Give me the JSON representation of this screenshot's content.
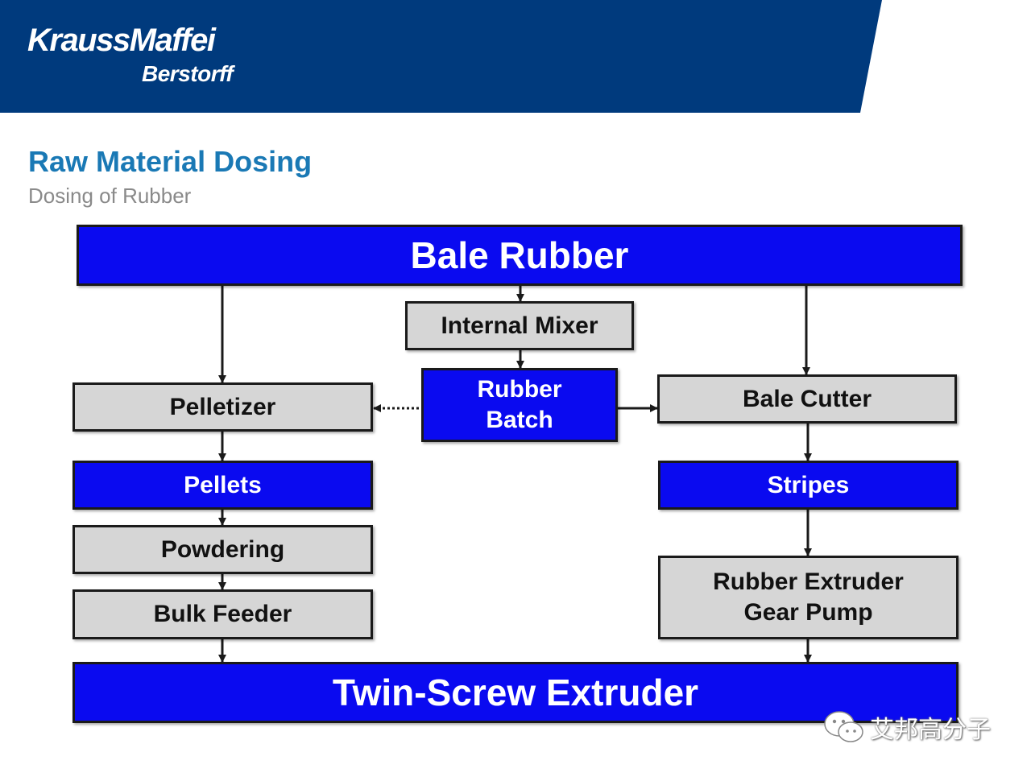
{
  "header": {
    "brand": "KraussMaffei",
    "brand_sub": "Berstorff",
    "band_color": "#003a7d"
  },
  "slide": {
    "title": "Raw Material Dosing",
    "subtitle": "Dosing of Rubber"
  },
  "colors": {
    "node_blue": "#0a0af0",
    "node_grey": "#d6d6d6",
    "line": "#1a1a1a",
    "title": "#1a79b5",
    "subtitle": "#8a8a8a"
  },
  "diagram": {
    "nodes": {
      "bale_rubber": "Bale Rubber",
      "internal_mixer": "Internal Mixer",
      "rubber_batch": "Rubber\nBatch",
      "pelletizer": "Pelletizer",
      "bale_cutter": "Bale Cutter",
      "pellets": "Pellets",
      "stripes": "Stripes",
      "powdering": "Powdering",
      "bulk_feeder": "Bulk Feeder",
      "rubber_extruder_gear_pump": "Rubber Extruder\nGear Pump",
      "twin_screw_extruder": "Twin-Screw Extruder"
    },
    "edges": [
      {
        "from": "bale_rubber",
        "to": "internal_mixer",
        "style": "solid"
      },
      {
        "from": "bale_rubber",
        "to": "pelletizer",
        "style": "solid"
      },
      {
        "from": "bale_rubber",
        "to": "bale_cutter",
        "style": "solid"
      },
      {
        "from": "internal_mixer",
        "to": "rubber_batch",
        "style": "solid"
      },
      {
        "from": "rubber_batch",
        "to": "pelletizer",
        "style": "dotted"
      },
      {
        "from": "rubber_batch",
        "to": "bale_cutter",
        "style": "solid"
      },
      {
        "from": "pelletizer",
        "to": "pellets",
        "style": "solid"
      },
      {
        "from": "pellets",
        "to": "powdering",
        "style": "solid"
      },
      {
        "from": "powdering",
        "to": "bulk_feeder",
        "style": "solid"
      },
      {
        "from": "bulk_feeder",
        "to": "twin_screw_extruder",
        "style": "solid"
      },
      {
        "from": "bale_cutter",
        "to": "stripes",
        "style": "solid"
      },
      {
        "from": "stripes",
        "to": "rubber_extruder_gear_pump",
        "style": "solid"
      },
      {
        "from": "rubber_extruder_gear_pump",
        "to": "twin_screw_extruder",
        "style": "solid"
      }
    ]
  },
  "watermark": {
    "icon": "wechat-icon",
    "text": "艾邦高分子"
  }
}
